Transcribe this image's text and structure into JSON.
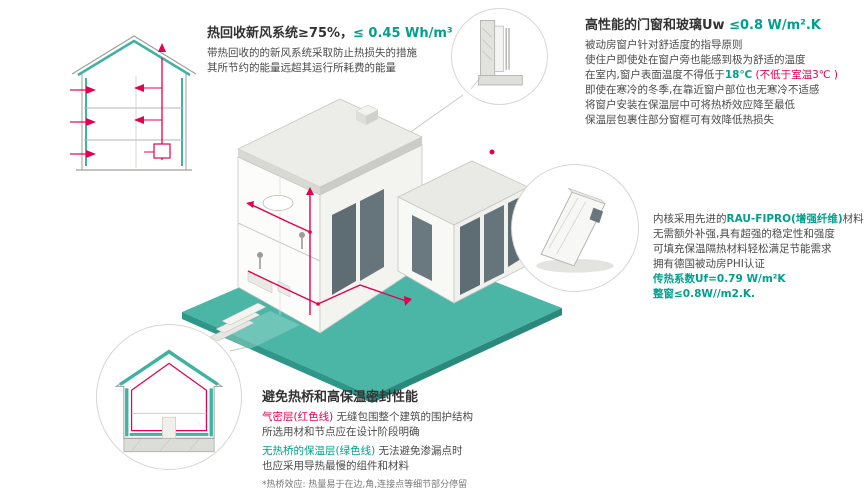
{
  "colors": {
    "teal_accent": "#00a08e",
    "red_accent": "#e5004f",
    "platform_teal": "#4bb6a6",
    "text": "#4b4b4b"
  },
  "sections": {
    "heat": {
      "title_main": "热回收新风系统≥75%，",
      "title_value": "≤ 0.45 Wh/m³",
      "line1": "带热回收的的新风系统采取防止热损失的措施",
      "line2": "其所节约的能量远超其运行所耗费的能量"
    },
    "windows": {
      "title_main": "高性能的门窗和玻璃Uw ",
      "title_value": "≤0.8 W/m².K",
      "line1": "被动房窗户针对舒适度的指导原则",
      "line2": "使住户即使处在窗户旁也能感到极为舒适的温度",
      "line3_a": "在室内,窗户表面温度不得低于",
      "line3_b": "18℃",
      "line3_c": " (不低于室温3℃ )",
      "line4": "即使在寒冷的冬季,在靠近窗户部位也无寒冷不适感",
      "line5": "将窗户安装在保温层中可将热桥效应降至最低",
      "line6": "保温层包裹住部分窗框可有效降低热损失"
    },
    "profile": {
      "line1_a": "内核采用先进的",
      "line1_b": "RAU-FIPRO(增强纤维)",
      "line1_c": "材料",
      "line2": "无需额外补强,具有超强的稳定性和强度",
      "line3": "可填充保温隔热材料轻松满足节能需求",
      "line4": "拥有德国被动房PHI认证",
      "value1": "传热系数Uf=0.79 W/m²K",
      "value2": "整窗≤0.8W//m2.K."
    },
    "thermal": {
      "title": "避免热桥和高保温密封性能",
      "line1_a": "气密层(红色线)",
      "line1_b": " 无缝包围整个建筑的围护结构",
      "line2": "所选用材和节点应在设计阶段明确",
      "line3_a": "无热桥的保温层(绿色线)",
      "line3_b": " 无法避免渗漏点时",
      "line4": "也应采用导热最慢的组件和材料",
      "footnote": "*热桥效应: 热量易于在边,角,连接点等细节部分停留"
    }
  }
}
